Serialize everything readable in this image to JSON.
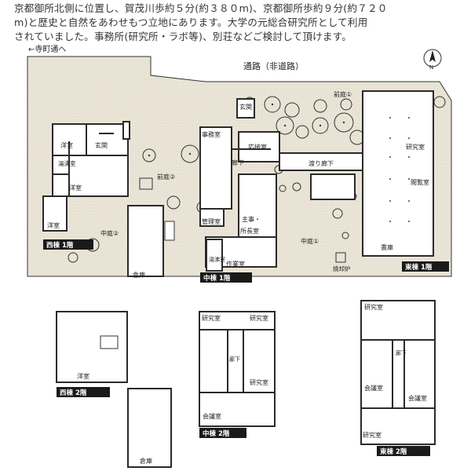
{
  "description": {
    "lines": [
      "京都御所北側に位置し、賀茂川歩約５分(約３８０m)、京都御所歩約９分(約７２０",
      "m)と歴史と自然をあわせもつ立地にあります。大学の元総合研究所として利用",
      "されていました。事務所(研究所・ラボ等)、別荘などご検討して頂けます。"
    ]
  },
  "site": {
    "street_direction": "←寺町通へ",
    "road": "通路（非道路）",
    "north": "N"
  },
  "plan_labels": {
    "west_1f": "西棟 1階",
    "middle_1f": "中棟 1階",
    "east_1f": "東棟 1階",
    "west_2f": "西棟 2階",
    "middle_2f": "中棟 2階",
    "east_2f": "東棟 2階"
  },
  "rooms": {
    "genkan_top": "玄関",
    "genkan_west": "玄関",
    "yoshitsu_1": "洋室",
    "yuwakashi_1": "湯沸室",
    "yoshitsu_2": "洋室",
    "yoshitsu_3": "洋室",
    "jimushitsu": "事務室",
    "oosetsushitsu": "応接室",
    "roka_mid": "廊下",
    "watari_roka": "渡り廊下",
    "kenkyushitsu_east": "研究室",
    "etsuranshitsu": "閲覧室",
    "kanrishitsu": "管理室",
    "shuji": "主事・",
    "shochoshitsu": "所長室",
    "yuwakashi_2": "湯沸室",
    "sagyoshitsu": "作業室",
    "soko_west": "倉庫",
    "shoko": "書庫",
    "shokyakuro": "焼却炉",
    "zenniwa_1": "前庭①",
    "zenniwa_2": "前庭②",
    "nakaniwa_1": "中庭①",
    "nakaniwa_2": "中庭②",
    "w2_yoshitsu": "洋室",
    "w2_soko": "倉庫",
    "m2_kenkyu_a": "研究室",
    "m2_kenkyu_b": "研究室",
    "m2_kenkyu_c": "研究室",
    "m2_roka": "廊下",
    "m2_kaigi": "会議室",
    "e2_kenkyu_a": "研究室",
    "e2_roka": "廊下",
    "e2_kaigi_a": "会議室",
    "e2_kaigi_b": "会議室",
    "e2_kenkyu_b": "研究室"
  },
  "colors": {
    "ground": "#e8e3d6",
    "wall": "#2a2a2a",
    "badge": "#1a1a1a",
    "badge_text": "#ffffff"
  }
}
